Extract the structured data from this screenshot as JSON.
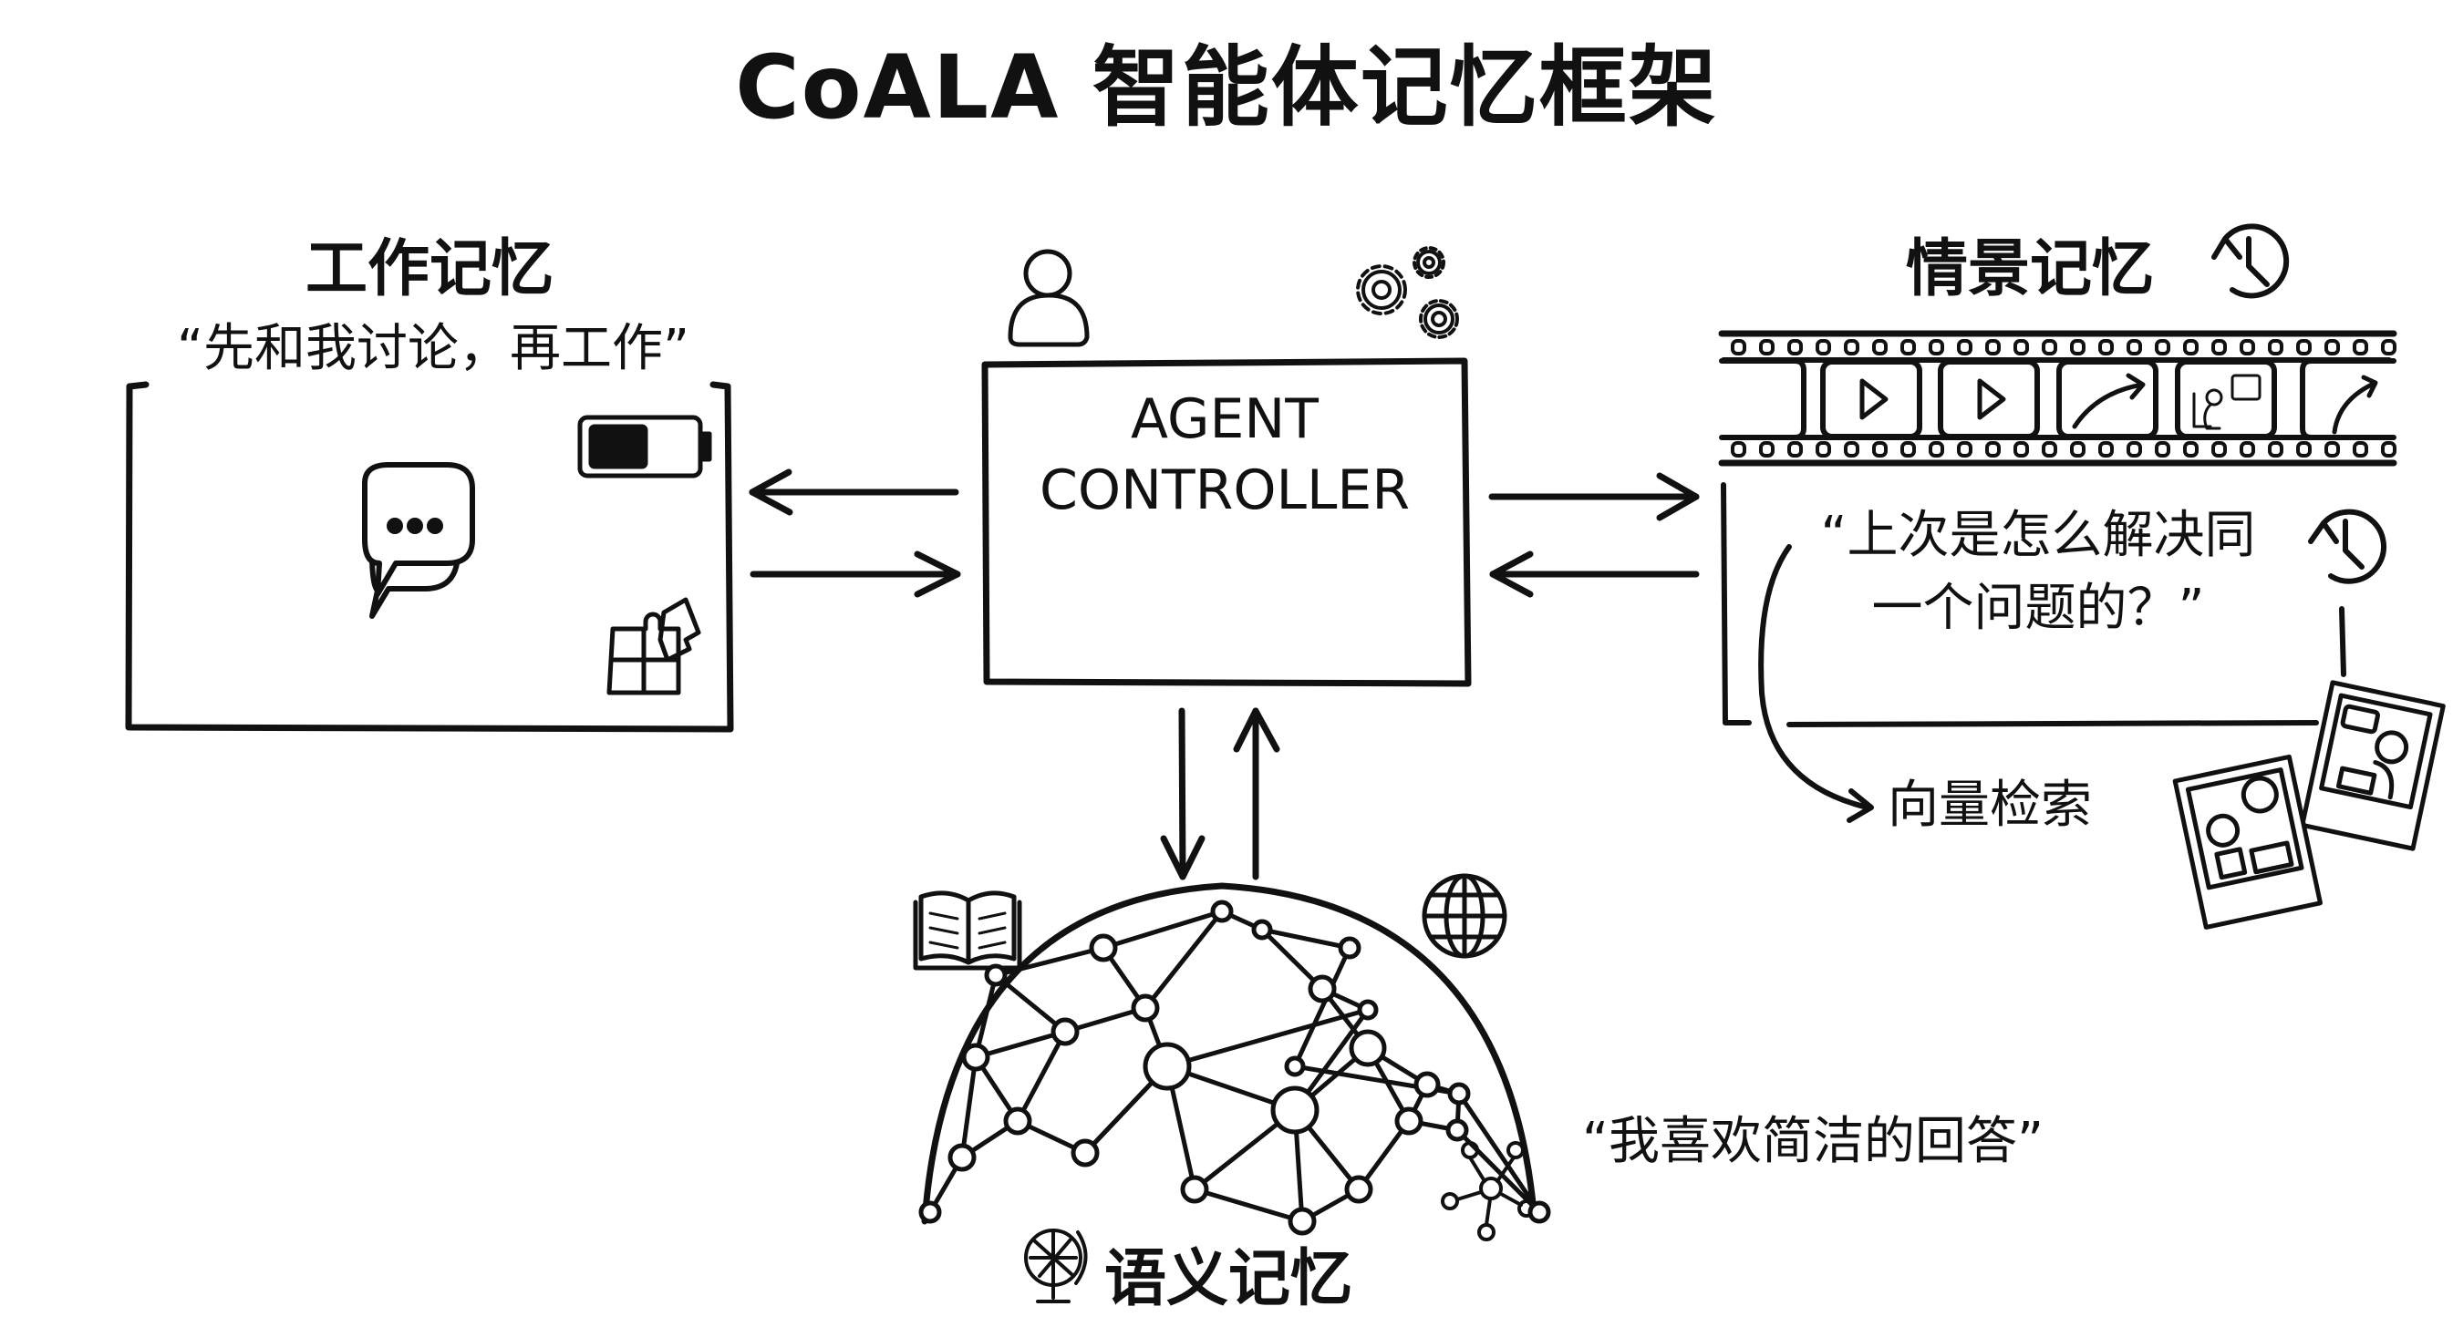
{
  "title": "CoALA 智能体记忆框架",
  "agent_controller": {
    "line1": "AGENT",
    "line2": "CONTROLLER",
    "icons": [
      "user-icon",
      "gears-icon"
    ]
  },
  "working_memory": {
    "title": "工作记忆",
    "quote": "“先和我讨论，再工作”",
    "icons": [
      "chat-bubbles-icon",
      "battery-icon",
      "puzzle-icon"
    ]
  },
  "episodic_memory": {
    "title": "情景记忆",
    "quote_line1": "“上次是怎么解决同",
    "quote_line2": "一个问题的？”",
    "retrieval_label": "向量检索",
    "film_frames": [
      "blank",
      "play",
      "play",
      "arrow",
      "person-at-screen",
      "arrow"
    ],
    "icons": [
      "history-clock-icon",
      "film-strip-icon",
      "photo-cards-icon"
    ]
  },
  "semantic_memory": {
    "title": "语义记忆",
    "quote": "“我喜欢简洁的回答”",
    "icons": [
      "book-icon",
      "globe-icon",
      "desk-globe-icon",
      "molecule-icon",
      "knowledge-network-icon"
    ]
  },
  "connections": [
    {
      "from": "agent_controller",
      "to": "working_memory"
    },
    {
      "from": "working_memory",
      "to": "agent_controller"
    },
    {
      "from": "agent_controller",
      "to": "episodic_memory"
    },
    {
      "from": "episodic_memory",
      "to": "agent_controller"
    },
    {
      "from": "agent_controller",
      "to": "semantic_memory"
    },
    {
      "from": "semantic_memory",
      "to": "agent_controller"
    }
  ]
}
